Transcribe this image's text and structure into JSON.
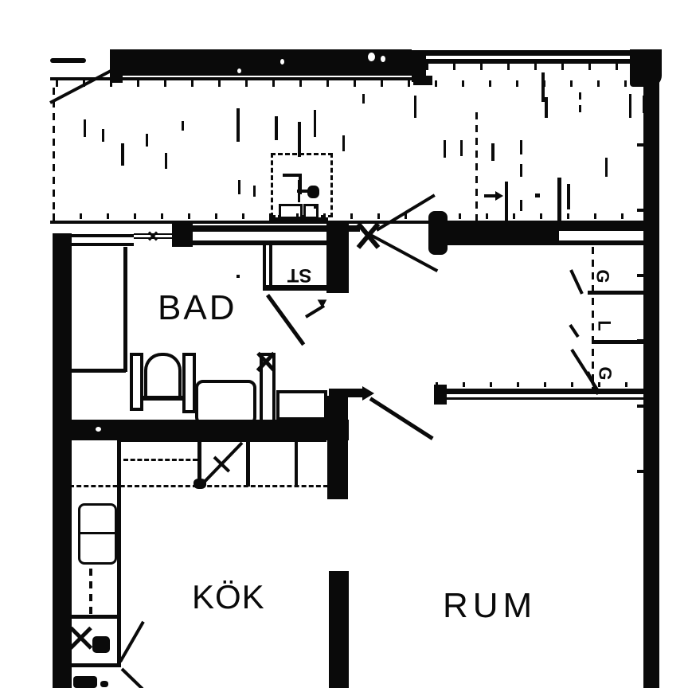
{
  "labels": {
    "bathroom": "BAD",
    "cleaning_closet": "ST",
    "kitchen": "KÖK",
    "main_room": "RUM"
  },
  "closet_labels": [
    "G",
    "L",
    "G"
  ],
  "colors": {
    "ink": "#0a0a0a",
    "paper": "#ffffff"
  }
}
